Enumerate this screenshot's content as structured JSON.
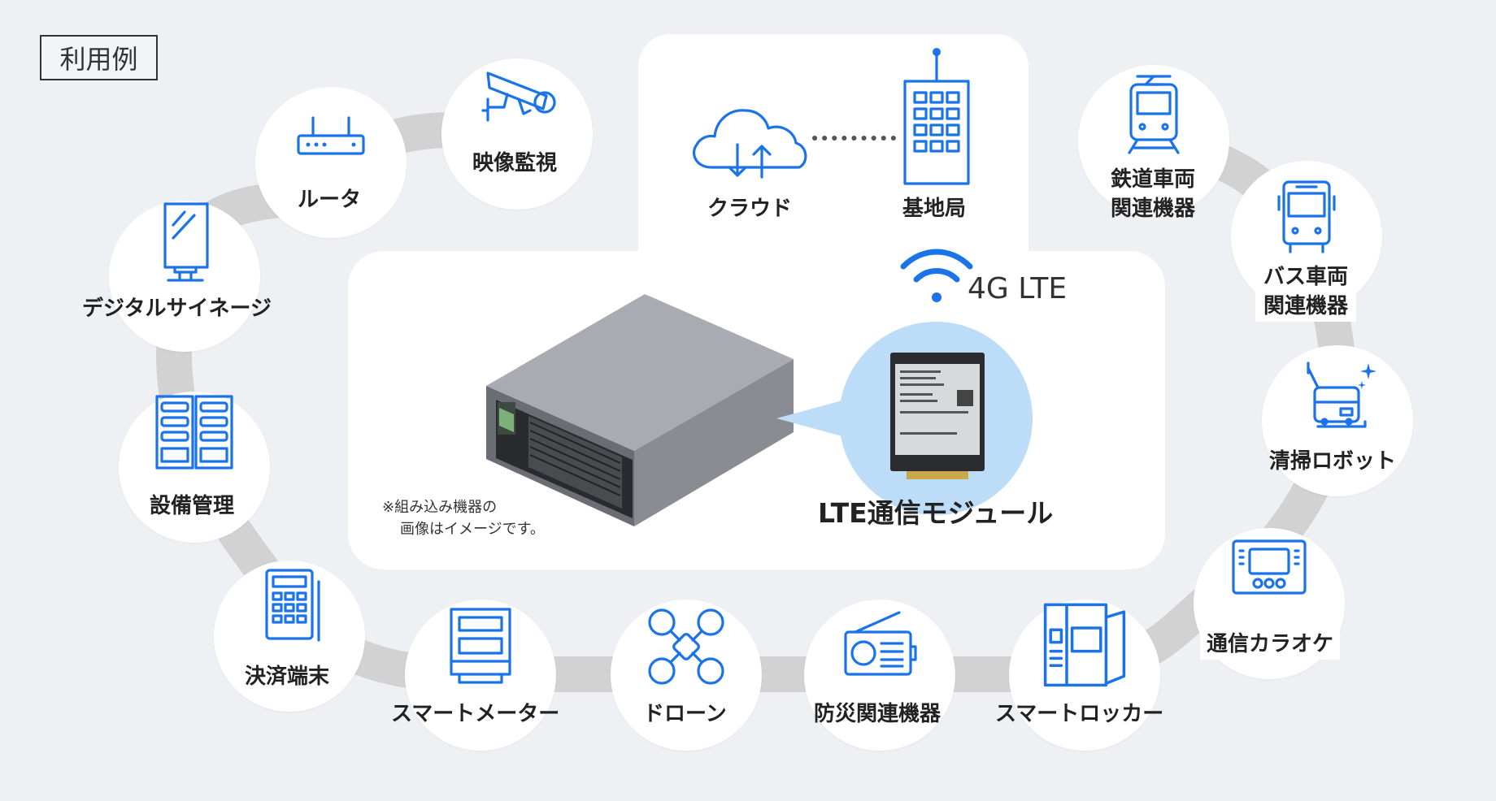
{
  "header": {
    "badge": "利用例"
  },
  "network": {
    "cloud_label": "クラウド",
    "base_station_label": "基地局",
    "lte_label": "4G LTE"
  },
  "center": {
    "module_title": "LTE通信モジュール",
    "note_line1": "※組み込み機器の",
    "note_line2": "画像はイメージです。"
  },
  "use_cases": [
    {
      "label": "映像監視",
      "icon": "security-camera-icon"
    },
    {
      "label": "ルータ",
      "icon": "router-icon"
    },
    {
      "label": "デジタルサイネージ",
      "icon": "digital-signage-icon"
    },
    {
      "label": "設備管理",
      "icon": "server-rack-icon"
    },
    {
      "label": "決済端末",
      "icon": "payment-terminal-icon"
    },
    {
      "label": "スマートメーター",
      "icon": "smart-meter-icon"
    },
    {
      "label": "ドローン",
      "icon": "drone-icon"
    },
    {
      "label": "防災関連機器",
      "icon": "radio-icon"
    },
    {
      "label": "スマートロッカー",
      "icon": "locker-icon"
    },
    {
      "label": "通信カラオケ",
      "icon": "karaoke-icon"
    },
    {
      "label": "清掃ロボット",
      "icon": "cleaning-robot-icon"
    },
    {
      "label_line1": "バス車両",
      "label_line2": "関連機器",
      "icon": "bus-icon"
    },
    {
      "label_line1": "鉄道車両",
      "label_line2": "関連機器",
      "icon": "train-icon"
    }
  ],
  "colors": {
    "accent": "#1a73e8",
    "ring": "#d2d2d2",
    "background": "#eff0f4"
  }
}
